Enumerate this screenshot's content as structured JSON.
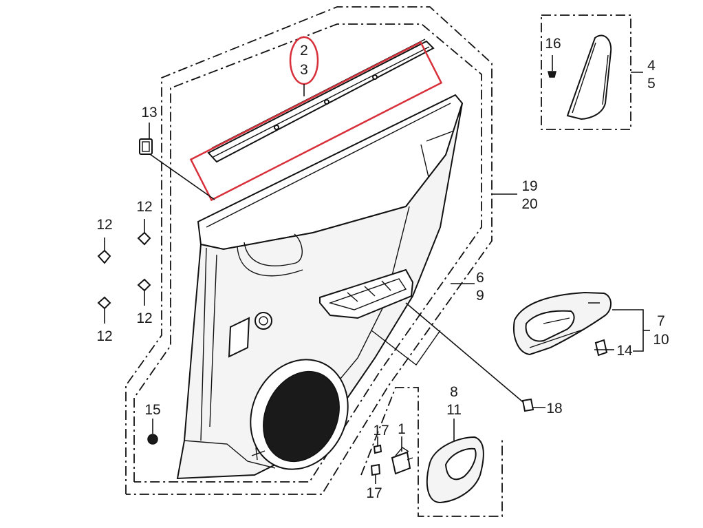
{
  "callouts": {
    "c2": "2",
    "c3": "3",
    "c4": "4",
    "c5": "5",
    "c16": "16",
    "c13": "13",
    "c12a": "12",
    "c12b": "12",
    "c12c": "12",
    "c12d": "12",
    "c19": "19",
    "c20": "20",
    "c6": "6",
    "c9": "9",
    "c7": "7",
    "c10": "10",
    "c14": "14",
    "c18": "18",
    "c15": "15",
    "c8": "8",
    "c11": "11",
    "c17a": "17",
    "c17b": "17",
    "c1": "1"
  },
  "colors": {
    "highlight": "#d8303a",
    "line": "#111111",
    "part_fill": "#f4f4f4"
  }
}
